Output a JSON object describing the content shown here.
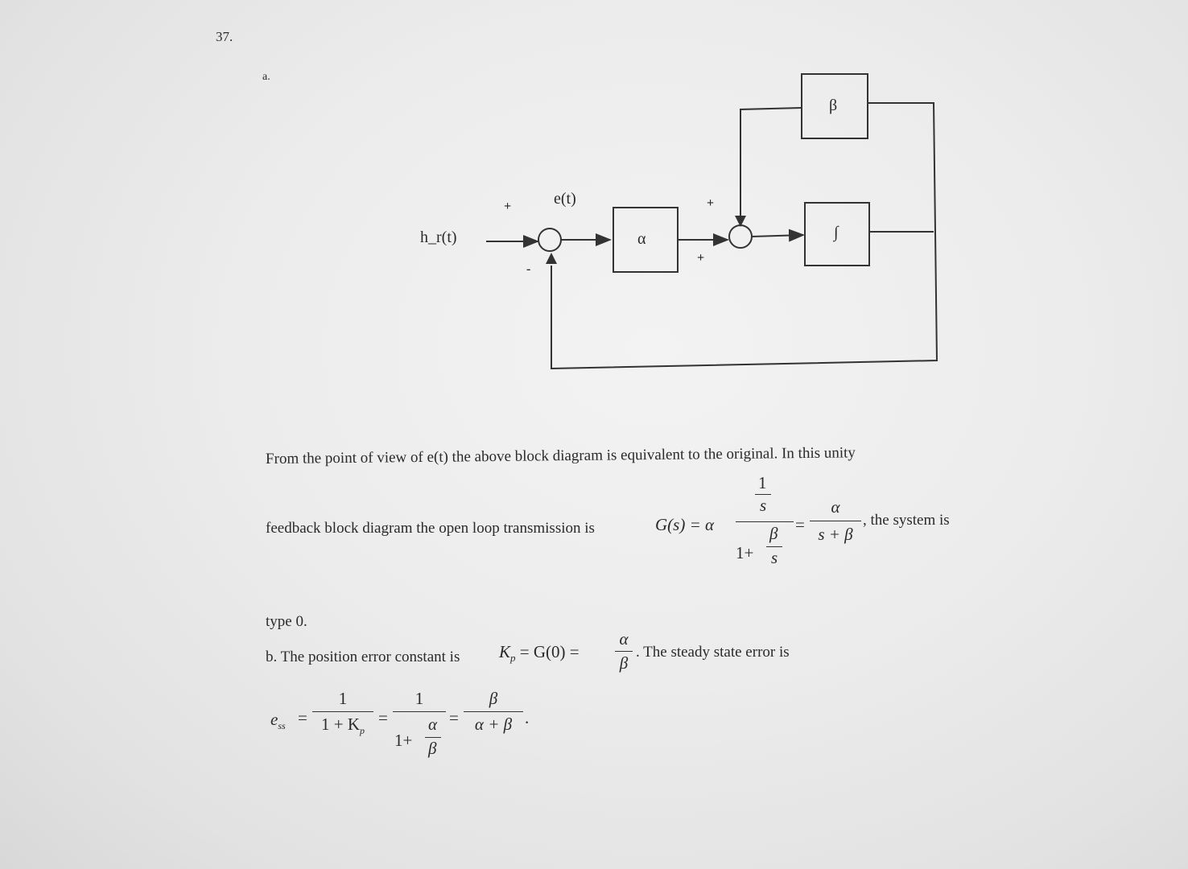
{
  "problem_number": "37.",
  "part_a_label": "a.",
  "diagram": {
    "input_label": "h_r(t)",
    "error_label": "e(t)",
    "sign_plus_top_left": "+",
    "sign_minus_bottom_left": "-",
    "sign_plus_top_right": "+",
    "sign_plus_bottom_right": "+",
    "block_alpha": "α",
    "block_beta": "β",
    "block_integrator": "∫"
  },
  "paragraph": {
    "line1": "From the point of view of e(t) the above block diagram is equivalent to the original. In this unity",
    "line2_prefix": "feedback block diagram the open loop transmission is",
    "line2_suffix": ", the system is",
    "line3": "type 0."
  },
  "eq_G": {
    "lhs": "G(s) = α",
    "inner_num_1": "1",
    "inner_num_s": "s",
    "den_prefix": "1+",
    "den_num": "β",
    "den_den": "s",
    "equals": "=",
    "rhs_num": "α",
    "rhs_den": "s + β"
  },
  "part_b": {
    "label": "b. The position error constant is",
    "kp_expr": "K",
    "kp_sub": "p",
    "kp_rest": "= G(0) =",
    "frac_num": "α",
    "frac_den": "β",
    "after": ". The steady state error is"
  },
  "eq_ess": {
    "lhs": "e",
    "lhs_sub": "ss",
    "eq1": "=",
    "f1_num": "1",
    "f1_den": "1 + K",
    "f1_den_sub": "p",
    "eq2": "=",
    "f2_num": "1",
    "f2_den_prefix": "1+",
    "f2_den_num": "α",
    "f2_den_den": "β",
    "eq3": "=",
    "f3_num": "β",
    "f3_den": "α + β",
    "end": "."
  }
}
